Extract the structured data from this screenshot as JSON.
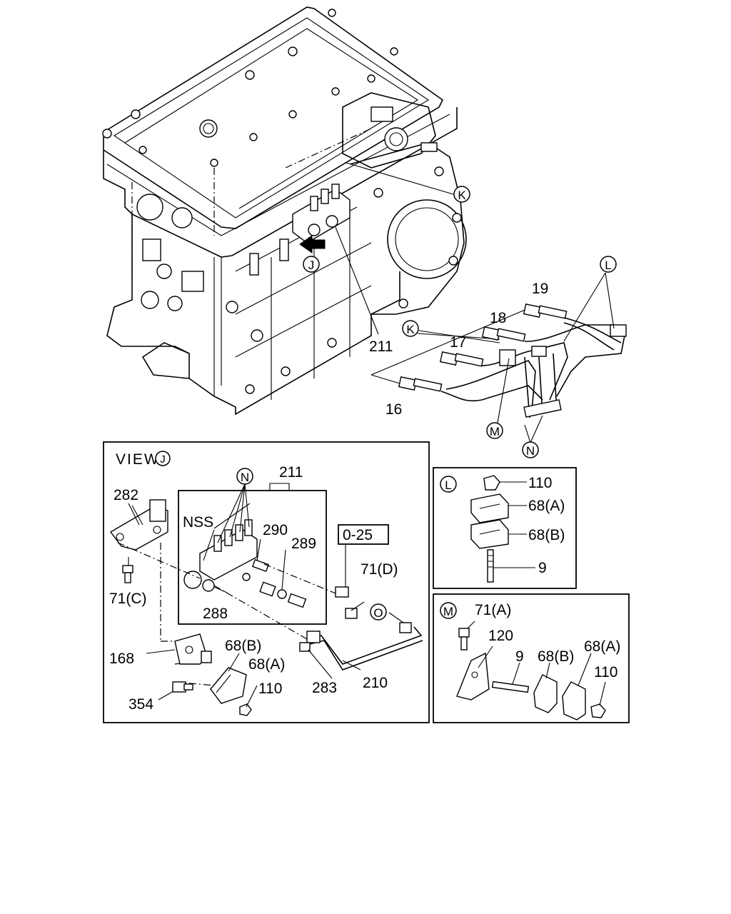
{
  "view_title": "VIEW",
  "view_letter": "J",
  "callouts": {
    "K": "K",
    "L": "L",
    "M": "M",
    "N": "N",
    "O": "O",
    "J": "J"
  },
  "labels": {
    "p211": "211",
    "p19": "19",
    "p18": "18",
    "p17": "17",
    "p16": "16",
    "p282": "282",
    "nss": "NSS",
    "p290": "290",
    "p289": "289",
    "p0_25": "0-25",
    "p71d": "71(D)",
    "p71c": "71(C)",
    "p288": "288",
    "p168": "168",
    "p68b_j": "68(B)",
    "p68a_j": "68(A)",
    "p110_j": "110",
    "p283": "283",
    "p210": "210",
    "p354": "354",
    "p110_l": "110",
    "p68a_l": "68(A)",
    "p68b_l": "68(B)",
    "p9_l": "9",
    "p71a_m": "71(A)",
    "p120_m": "120",
    "p9_m": "9",
    "p68b_m": "68(B)",
    "p68a_m": "68(A)",
    "p110_m": "110"
  }
}
